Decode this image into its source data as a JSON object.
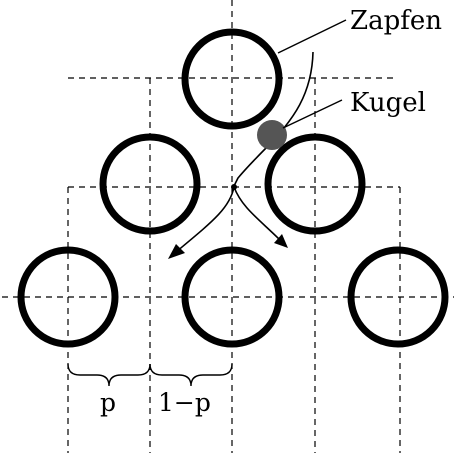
{
  "labels": {
    "pin": "Zapfen",
    "ball": "Kugel",
    "left_fraction": "p",
    "right_fraction": "1−p"
  },
  "colors": {
    "ring": "#000000",
    "ball": "#555555",
    "guide_lines": "#000000"
  }
}
